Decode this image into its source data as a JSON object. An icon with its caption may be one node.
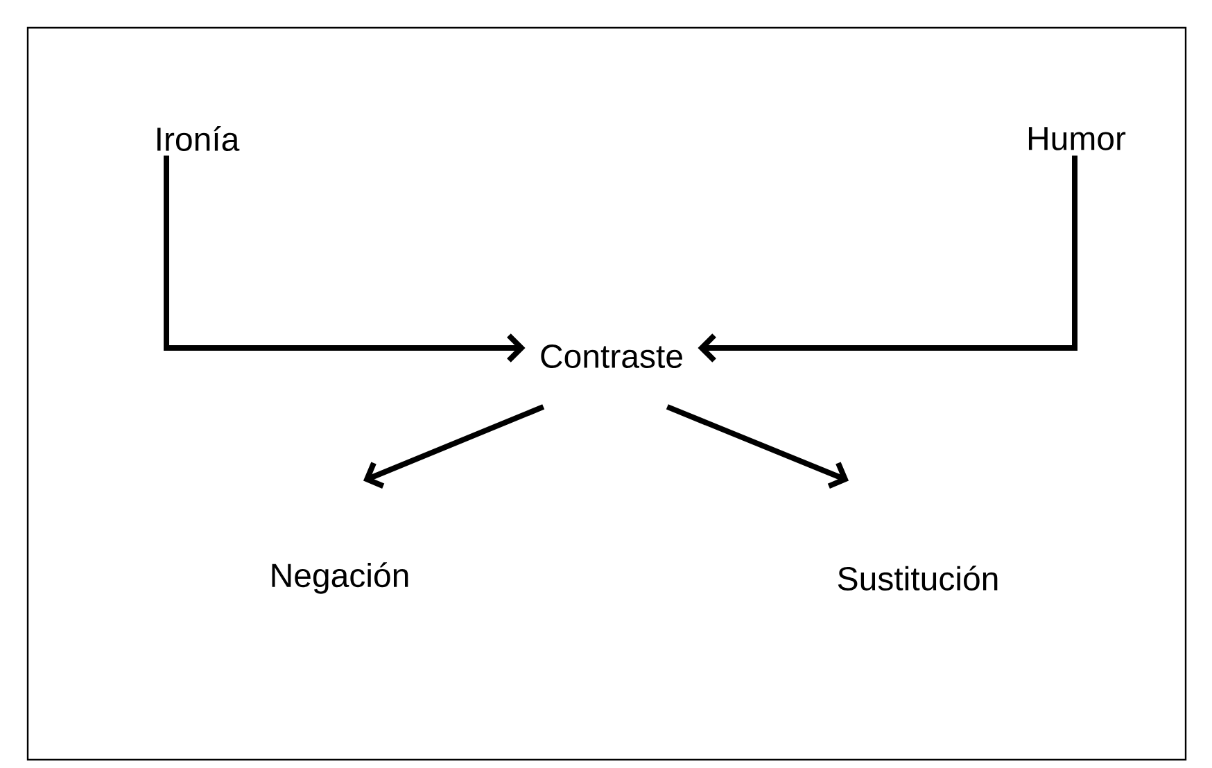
{
  "diagram": {
    "nodes": [
      {
        "text": [
          "Ironía"
        ]
      },
      {
        "text": [
          "Humor"
        ]
      },
      {
        "text": [
          "Contraste"
        ]
      },
      {
        "text": [
          "Negación"
        ]
      },
      {
        "text": [
          "Sustitución"
        ]
      }
    ],
    "edges": [
      {
        "from": 0,
        "to": 2,
        "arrow": "to"
      },
      {
        "from": 1,
        "to": 2,
        "arrow": "to"
      },
      {
        "from": 2,
        "to": 3,
        "arrow": "to"
      },
      {
        "from": 2,
        "to": 4,
        "arrow": "to"
      }
    ]
  }
}
